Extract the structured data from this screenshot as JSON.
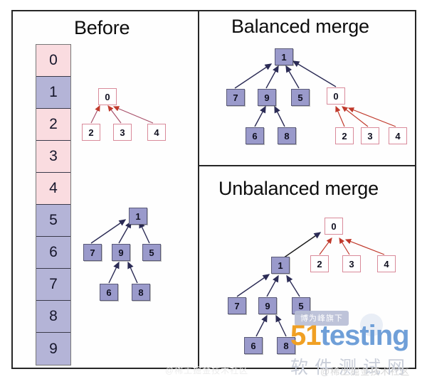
{
  "diagram": {
    "panels": [
      {
        "id": "before",
        "title": "Before"
      },
      {
        "id": "balanced",
        "title": "Balanced merge"
      },
      {
        "id": "unbalanced",
        "title": "Unbalanced merge"
      }
    ]
  },
  "array": {
    "name": "rank-array",
    "cells": [
      {
        "label": "0",
        "color": "pink"
      },
      {
        "label": "1",
        "color": "purple"
      },
      {
        "label": "2",
        "color": "pink"
      },
      {
        "label": "3",
        "color": "pink"
      },
      {
        "label": "4",
        "color": "pink"
      },
      {
        "label": "5",
        "color": "purple"
      },
      {
        "label": "6",
        "color": "purple"
      },
      {
        "label": "7",
        "color": "purple"
      },
      {
        "label": "8",
        "color": "purple"
      },
      {
        "label": "9",
        "color": "purple"
      }
    ]
  },
  "trees": {
    "before_pink": {
      "root": "0",
      "nodes": [
        {
          "label": "0",
          "color": "pink"
        },
        {
          "label": "2",
          "color": "pink"
        },
        {
          "label": "3",
          "color": "pink"
        },
        {
          "label": "4",
          "color": "pink"
        }
      ],
      "edges": [
        [
          "2",
          "0"
        ],
        [
          "3",
          "0"
        ],
        [
          "4",
          "0"
        ]
      ]
    },
    "before_purple": {
      "root": "1",
      "nodes": [
        {
          "label": "1",
          "color": "purple"
        },
        {
          "label": "7",
          "color": "purple"
        },
        {
          "label": "9",
          "color": "purple"
        },
        {
          "label": "5",
          "color": "purple"
        },
        {
          "label": "6",
          "color": "purple"
        },
        {
          "label": "8",
          "color": "purple"
        }
      ],
      "edges": [
        [
          "7",
          "1"
        ],
        [
          "9",
          "1"
        ],
        [
          "5",
          "1"
        ],
        [
          "6",
          "9"
        ],
        [
          "8",
          "9"
        ]
      ]
    },
    "balanced": {
      "root": "1",
      "nodes": [
        {
          "label": "1",
          "color": "purple"
        },
        {
          "label": "7",
          "color": "purple"
        },
        {
          "label": "9",
          "color": "purple"
        },
        {
          "label": "5",
          "color": "purple"
        },
        {
          "label": "0",
          "color": "pink"
        },
        {
          "label": "6",
          "color": "purple"
        },
        {
          "label": "8",
          "color": "purple"
        },
        {
          "label": "2",
          "color": "pink"
        },
        {
          "label": "3",
          "color": "pink"
        },
        {
          "label": "4",
          "color": "pink"
        }
      ],
      "edges": [
        [
          "7",
          "1"
        ],
        [
          "9",
          "1"
        ],
        [
          "5",
          "1"
        ],
        [
          "0",
          "1"
        ],
        [
          "6",
          "9"
        ],
        [
          "8",
          "9"
        ],
        [
          "2",
          "0"
        ],
        [
          "3",
          "0"
        ],
        [
          "4",
          "0"
        ]
      ]
    },
    "unbalanced": {
      "root": "0",
      "nodes": [
        {
          "label": "0",
          "color": "pink"
        },
        {
          "label": "1",
          "color": "purple"
        },
        {
          "label": "2",
          "color": "pink"
        },
        {
          "label": "3",
          "color": "pink"
        },
        {
          "label": "4",
          "color": "pink"
        },
        {
          "label": "7",
          "color": "purple"
        },
        {
          "label": "9",
          "color": "purple"
        },
        {
          "label": "5",
          "color": "purple"
        },
        {
          "label": "6",
          "color": "purple"
        },
        {
          "label": "8",
          "color": "purple"
        }
      ],
      "edges": [
        [
          "1",
          "0"
        ],
        [
          "2",
          "0"
        ],
        [
          "3",
          "0"
        ],
        [
          "4",
          "0"
        ],
        [
          "7",
          "1"
        ],
        [
          "9",
          "1"
        ],
        [
          "5",
          "1"
        ],
        [
          "6",
          "9"
        ],
        [
          "8",
          "9"
        ]
      ]
    }
  },
  "watermark": {
    "badge": "博为峰旗下",
    "logo_51": "51",
    "logo_testing": "testing",
    "site_cn": "软件测试网",
    "faint_right": "@稀土掘金技术社区",
    "faint_left": "@稀土掘金技术社区"
  },
  "colors": {
    "pink_fill": "#fadce0",
    "pink_border": "#d98a9a",
    "purple_fill": "#9a9acb",
    "purple_border": "#5a5a78",
    "frame": "#262626",
    "arrow_dark": "#2b2b55",
    "arrow_red": "#c0392b"
  }
}
